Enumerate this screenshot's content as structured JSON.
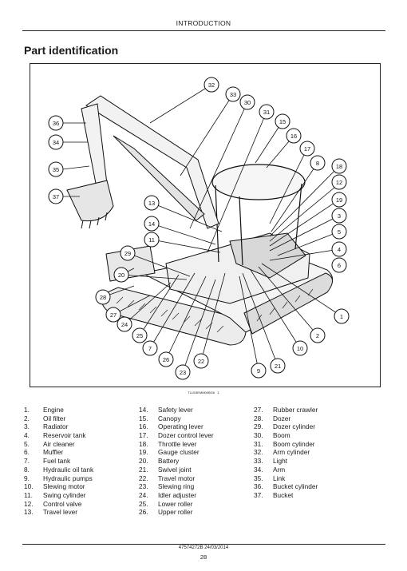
{
  "header": {
    "section": "INTRODUCTION"
  },
  "title": "Part identification",
  "figure_id": "TUJ15EMM00BG6",
  "figure_number": "1",
  "callouts": [
    "1",
    "2",
    "3",
    "4",
    "5",
    "6",
    "7",
    "8",
    "9",
    "10",
    "11",
    "12",
    "13",
    "14",
    "15",
    "16",
    "17",
    "18",
    "19",
    "20",
    "21",
    "22",
    "23",
    "24",
    "25",
    "26",
    "27",
    "28",
    "29",
    "30",
    "31",
    "32",
    "33",
    "34",
    "35",
    "36",
    "37"
  ],
  "legend": [
    [
      {
        "num": "1.",
        "name": "Engine"
      },
      {
        "num": "2.",
        "name": "Oil filter"
      },
      {
        "num": "3.",
        "name": "Radiator"
      },
      {
        "num": "4.",
        "name": "Reservoir tank"
      },
      {
        "num": "5.",
        "name": "Air cleaner"
      },
      {
        "num": "6.",
        "name": "Muffler"
      },
      {
        "num": "7.",
        "name": "Fuel tank"
      },
      {
        "num": "8.",
        "name": "Hydraulic oil tank"
      },
      {
        "num": "9.",
        "name": "Hydraulic pumps"
      },
      {
        "num": "10.",
        "name": "Slewing motor"
      },
      {
        "num": "11.",
        "name": "Swing cylinder"
      },
      {
        "num": "12.",
        "name": "Control valve"
      },
      {
        "num": "13.",
        "name": "Travel lever"
      }
    ],
    [
      {
        "num": "14.",
        "name": "Safety lever"
      },
      {
        "num": "15.",
        "name": "Canopy"
      },
      {
        "num": "16.",
        "name": "Operating lever"
      },
      {
        "num": "17.",
        "name": "Dozer control lever"
      },
      {
        "num": "18.",
        "name": "Throttle lever"
      },
      {
        "num": "19.",
        "name": "Gauge cluster"
      },
      {
        "num": "20.",
        "name": "Battery"
      },
      {
        "num": "21.",
        "name": "Swivel joint"
      },
      {
        "num": "22.",
        "name": "Travel motor"
      },
      {
        "num": "23.",
        "name": "Slewing ring"
      },
      {
        "num": "24.",
        "name": "Idler adjuster"
      },
      {
        "num": "25.",
        "name": "Lower roller"
      },
      {
        "num": "26.",
        "name": "Upper roller"
      }
    ],
    [
      {
        "num": "27.",
        "name": "Rubber crawler"
      },
      {
        "num": "28.",
        "name": "Dozer"
      },
      {
        "num": "29.",
        "name": "Dozer cylinder"
      },
      {
        "num": "30.",
        "name": "Boom"
      },
      {
        "num": "31.",
        "name": "Boom cylinder"
      },
      {
        "num": "32.",
        "name": "Arm cylinder"
      },
      {
        "num": "33.",
        "name": "Light"
      },
      {
        "num": "34.",
        "name": "Arm"
      },
      {
        "num": "35.",
        "name": "Link"
      },
      {
        "num": "36.",
        "name": "Bucket cylinder"
      },
      {
        "num": "37.",
        "name": "Bucket"
      }
    ]
  ],
  "footer": {
    "doc_code": "47574272B 24/03/2014",
    "page": "28"
  }
}
